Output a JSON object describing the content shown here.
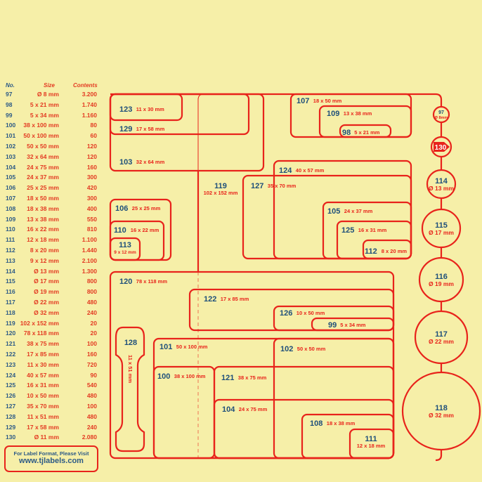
{
  "table": {
    "headers": {
      "no": "No.",
      "size": "Size",
      "contents": "Contents"
    },
    "rows": [
      [
        "97",
        "Ø   8 mm",
        "3.200"
      ],
      [
        "98",
        "5  x  21 mm",
        "1.740"
      ],
      [
        "99",
        "5  x  34 mm",
        "1.160"
      ],
      [
        "100",
        "38  x 100 mm",
        "80"
      ],
      [
        "101",
        "50  x 100 mm",
        "60"
      ],
      [
        "102",
        "50  x  50 mm",
        "120"
      ],
      [
        "103",
        "32  x  64 mm",
        "120"
      ],
      [
        "104",
        "24  x  75 mm",
        "160"
      ],
      [
        "105",
        "24  x  37 mm",
        "300"
      ],
      [
        "106",
        "25  x  25 mm",
        "420"
      ],
      [
        "107",
        "18  x  50 mm",
        "300"
      ],
      [
        "108",
        "18  x  38 mm",
        "400"
      ],
      [
        "109",
        "13  x  38 mm",
        "550"
      ],
      [
        "110",
        "16  x  22 mm",
        "810"
      ],
      [
        "111",
        "12  x  18 mm",
        "1.100"
      ],
      [
        "112",
        "8  x  20 mm",
        "1.440"
      ],
      [
        "113",
        "9  x  12 mm",
        "2.100"
      ],
      [
        "114",
        "Ø  13 mm",
        "1.300"
      ],
      [
        "115",
        "Ø  17 mm",
        "800"
      ],
      [
        "116",
        "Ø  19 mm",
        "800"
      ],
      [
        "117",
        "Ø  22 mm",
        "480"
      ],
      [
        "118",
        "Ø  32 mm",
        "240"
      ],
      [
        "119",
        "102  x 152 mm",
        "20"
      ],
      [
        "120",
        "78  x 118 mm",
        "20"
      ],
      [
        "121",
        "38  x  75 mm",
        "100"
      ],
      [
        "122",
        "17  x  85 mm",
        "160"
      ],
      [
        "123",
        "11  x  30 mm",
        "720"
      ],
      [
        "124",
        "40  x  57 mm",
        "90"
      ],
      [
        "125",
        "16  x  31 mm",
        "540"
      ],
      [
        "126",
        "10  x  50 mm",
        "480"
      ],
      [
        "127",
        "35  x  70 mm",
        "100"
      ],
      [
        "128",
        "11  x  51 mm",
        "480"
      ],
      [
        "129",
        "17  x  58 mm",
        "240"
      ],
      [
        "130",
        "Ø  11 mm",
        "2.080"
      ]
    ]
  },
  "visit": {
    "line1": "For Label Format, Please Visit",
    "line2": "www.tjlabels.com"
  },
  "labels": {
    "123": "11 x 30 mm",
    "129": "17 x 58 mm",
    "103": "32 x 64 mm",
    "119": "102 x 152 mm",
    "107": "18 x 50 mm",
    "109": "13 x 38 mm",
    "98": "5 x 21 mm",
    "124": "40 x 57 mm",
    "127": "35 x 70 mm",
    "105": "24 x 37 mm",
    "125": "16 x 31 mm",
    "112": "8 x 20 mm",
    "106": "25 x 25 mm",
    "110": "16 x 22 mm",
    "113": "9 x 12 mm",
    "120": "78 x 118 mm",
    "122": "17 x 85 mm",
    "126": "10 x 50 mm",
    "99": "5 x 34 mm",
    "101": "50 x 100 mm",
    "102": "50 x 50 mm",
    "100": "38 x 100 mm",
    "121": "38 x 75 mm",
    "104": "24 x 75 mm",
    "108": "18 x 38 mm",
    "111": "12 x 18 mm",
    "128": "11 x 51 mm",
    "97": "Ø 8mm",
    "130": "",
    "114": "Ø 13 mm",
    "115": "Ø 17 mm",
    "116": "Ø 19 mm",
    "117": "Ø 22 mm",
    "118": "Ø 32 mm"
  },
  "colors": {
    "red": "#e8231b",
    "blue": "#1e4f7a",
    "background": "#f6efa8"
  }
}
